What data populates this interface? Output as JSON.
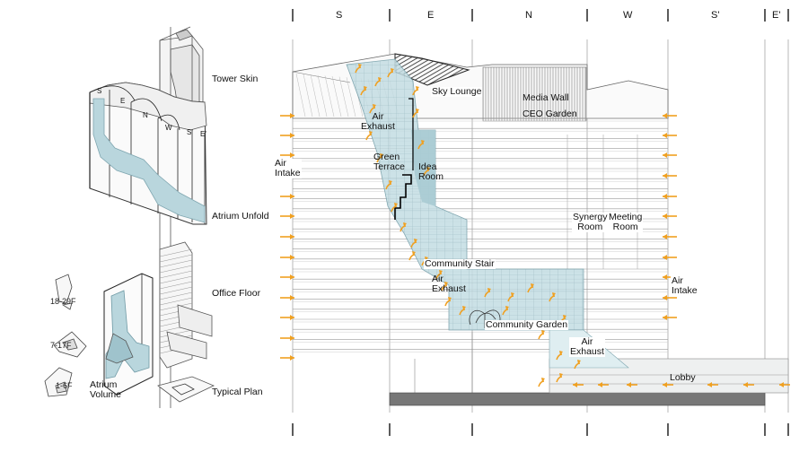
{
  "iso_labels": {
    "tower_skin": "Tower Skin",
    "atrium_unfold": "Atrium Unfold",
    "office_floor": "Office Floor",
    "typical_plan": "Typical Plan",
    "atrium_volume": "Atrium\nVolume"
  },
  "unfold_letters": [
    "S",
    "E",
    "N",
    "W",
    "S'",
    "E'"
  ],
  "floor_ranges": [
    "18-29F",
    "7-17F",
    "1-6F"
  ],
  "facade_columns": [
    "S",
    "E",
    "N",
    "W",
    "S'",
    "E'"
  ],
  "section_labels": {
    "sky_lounge": "Sky Lounge",
    "media_wall": "Media Wall",
    "ceo_garden": "CEO Garden",
    "air_exhaust_top": "Air\nExhaust",
    "green_terrace": "Green\nTerrace",
    "idea_room": "Idea\nRoom",
    "air_intake_left": "Air\nIntake",
    "synergy_room": "Synergy\nRoom",
    "meeting_room": "Meeting\nRoom",
    "community_stair": "Community Stair",
    "air_exhaust_mid": "Air\nExhaust",
    "air_intake_right": "Air\nIntake",
    "community_garden": "Community Garden",
    "air_exhaust_low": "Air\nExhaust",
    "lobby": "Lobby"
  },
  "colors": {
    "line": "#444444",
    "atrium_fill": "#b9d6dd",
    "atrium_fill_light": "#dcecef",
    "arrow": "#f0a020",
    "ground": "#777777"
  },
  "icons": [
    "airflow-arrow-icon"
  ]
}
